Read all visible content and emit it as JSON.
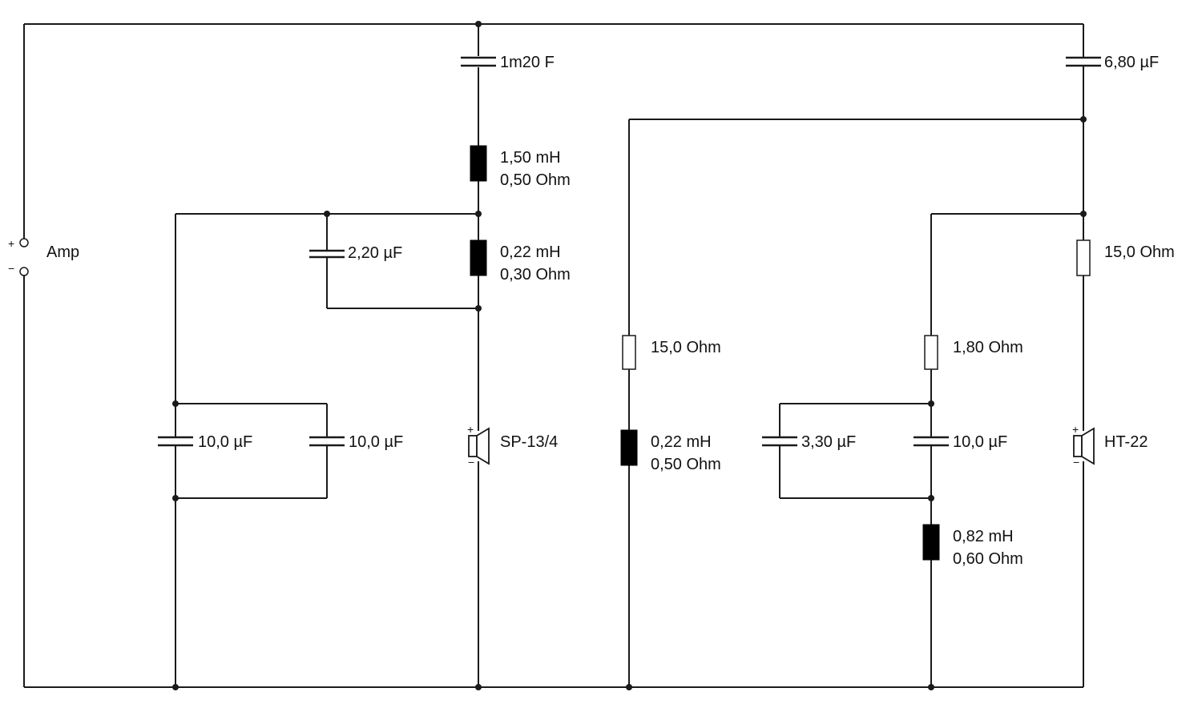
{
  "amp": {
    "label": "Amp",
    "plus": "+",
    "minus": "−"
  },
  "components": {
    "c_main": "1m20 F",
    "l1": [
      "1,50 mH",
      "0,50 Ohm"
    ],
    "c_220": "2,20 µF",
    "l2": [
      "0,22 mH",
      "0,30 Ohm"
    ],
    "c_10a": "10,0 µF",
    "c_10b": "10,0 µF",
    "woofer": "SP-13/4",
    "r_15_mid": "15,0 Ohm",
    "l3": [
      "0,22 mH",
      "0,50 Ohm"
    ],
    "c_680": "6,80 µF",
    "r_15_tw": "15,0 Ohm",
    "r_180": "1,80 Ohm",
    "c_330": "3,30 µF",
    "c_10c": "10,0 µF",
    "l4": [
      "0,82 mH",
      "0,60 Ohm"
    ],
    "tweeter": "HT-22"
  },
  "polarity": {
    "plus": "+",
    "minus": "−"
  }
}
